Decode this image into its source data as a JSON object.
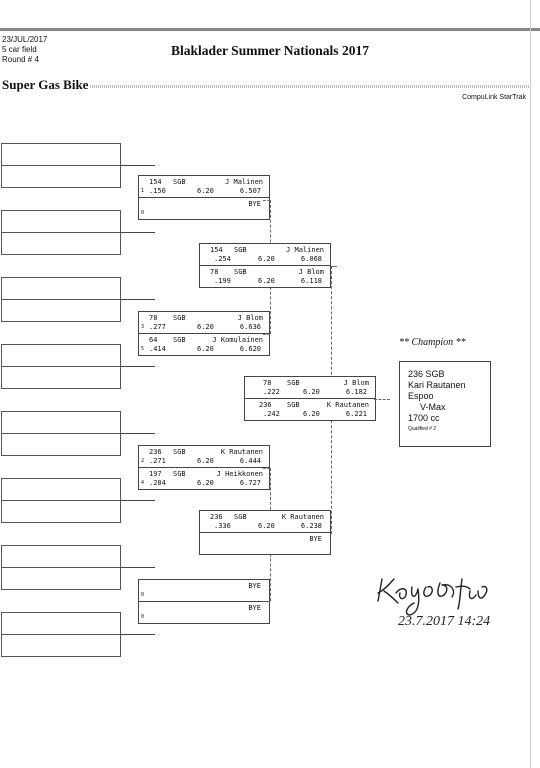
{
  "header": {
    "date": "23/JUL/2017",
    "field": "5 car field",
    "round": "Round # 4",
    "title": "Blaklader Summer Nationals 2017",
    "class_name": "Super Gas Bike",
    "brand": "CompuLink StarTrak"
  },
  "round1": [
    {
      "top": {
        "num": "154",
        "cls": "SGB",
        "name": "J Malinen",
        "lane": "1",
        "rt": ".150",
        "dial": "6.20",
        "et": "6.507"
      },
      "bottom": {
        "bye": "BYE",
        "lane": "0"
      }
    },
    {
      "top": {
        "num": "78",
        "cls": "SGB",
        "name": "J Blom",
        "lane": "3",
        "rt": ".277",
        "dial": "6.20",
        "et": "6.636"
      },
      "bottom": {
        "num": "64",
        "cls": "SGB",
        "name": "J Komulainen",
        "lane": "5",
        "rt": ".414",
        "dial": "6.20",
        "et": "6.620"
      }
    },
    {
      "top": {
        "num": "236",
        "cls": "SGB",
        "name": "K Rautanen",
        "lane": "2",
        "rt": ".271",
        "dial": "6.20",
        "et": "6.444"
      },
      "bottom": {
        "num": "197",
        "cls": "SGB",
        "name": "J Heikkonen",
        "lane": "4",
        "rt": ".284",
        "dial": "6.20",
        "et": "6.727"
      }
    },
    {
      "top": {
        "bye": "BYE",
        "lane": "0"
      },
      "bottom": {
        "bye": "BYE",
        "lane": "0"
      }
    }
  ],
  "round2": [
    {
      "top": {
        "num": "154",
        "cls": "SGB",
        "name": "J Malinen",
        "rt": ".254",
        "dial": "6.20",
        "et": "6.068"
      },
      "bottom": {
        "num": "78",
        "cls": "SGB",
        "name": "J Blom",
        "rt": ".199",
        "dial": "6.20",
        "et": "6.118"
      }
    },
    {
      "top": {
        "num": "236",
        "cls": "SGB",
        "name": "K Rautanen",
        "rt": ".336",
        "dial": "6.20",
        "et": "6.238"
      },
      "bottom": {
        "bye": "BYE"
      }
    }
  ],
  "round3": [
    {
      "top": {
        "num": "78",
        "cls": "SGB",
        "name": "J Blom",
        "rt": ".222",
        "dial": "6.20",
        "et": "6.182"
      },
      "bottom": {
        "num": "236",
        "cls": "SGB",
        "name": "K Rautanen",
        "rt": ".242",
        "dial": "6.20",
        "et": "6.221"
      }
    }
  ],
  "champion": {
    "label": "** Champion **",
    "line1": "236   SGB",
    "name": "Kari Rautanen",
    "city": "Espoo",
    "machine": "V-Max",
    "engine": "1700 cc",
    "qualified": "Qualified # 2"
  },
  "signature": {
    "scrawl": "Kaylaofui",
    "datetime": "23.7.2017  14:24"
  }
}
